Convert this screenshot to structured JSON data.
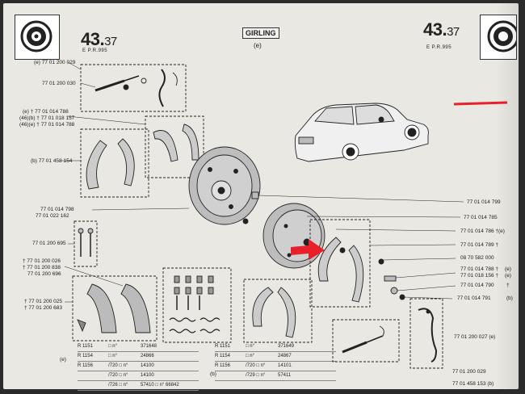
{
  "header": {
    "left_code_main": "43.",
    "left_code_small": "37",
    "left_sub": "E          P.R.995",
    "right_code_main": "43.",
    "right_code_small": "37",
    "right_sub": "E          P.R.995",
    "brand": "GIRLING",
    "brand_symbol": "(e)"
  },
  "left_refs": [
    "(e)  77 01 200 029",
    "77 01 200 030",
    "(e) † 77 01 014 788",
    "(46)(b) † 77 01 018 157",
    "(46)(e) † 77 01 014 788",
    "(b)  77 01 458 154",
    "77 01 014 798",
    "77 01 022 162",
    "77 01 200 695",
    "† 77 01 200 026",
    "† 77 01 200 838",
    "77 01 200 696",
    "† 77 01 200 025",
    "† 77 01 200 683"
  ],
  "right_refs": [
    "77 01 014 799",
    "77 01 014 785",
    "77 01 014 786 †(e)",
    "77 01 014 789 †",
    "08 70 582 000",
    "77 01 014 788 †",
    "77 01 018 156 †",
    "77 01 014 790",
    "77 01 014 791",
    "77 01 200 027 (e)",
    "77 01 200 029",
    "77 01 458 153 (b)"
  ],
  "right_flags": [
    "(e)",
    "(e)",
    "(b)",
    "†"
  ],
  "table_left": {
    "label": "(e)",
    "rows": [
      [
        "R 1151",
        "□ n°",
        "371648"
      ],
      [
        "R 1154",
        "□ n°",
        "24866"
      ],
      [
        "R 1156",
        "/720 □ n°",
        "14100"
      ],
      [
        "",
        "/720 □ n°",
        "14100"
      ],
      [
        "",
        "/726 □ n°",
        "57410  □ n° 66842"
      ]
    ]
  },
  "table_right": {
    "label": "(b)",
    "rows": [
      [
        "R 1151",
        "□ n°",
        "371649"
      ],
      [
        "R 1154",
        "□ n°",
        "24867"
      ],
      [
        "R 1156",
        "/720 □ n°",
        "14101"
      ],
      [
        "",
        "/729 □ n°",
        "57411"
      ]
    ]
  },
  "colors": {
    "page": "#e9e8e2",
    "ink": "#222222",
    "arrow": "#e8202a",
    "underline": "#e8202a"
  }
}
